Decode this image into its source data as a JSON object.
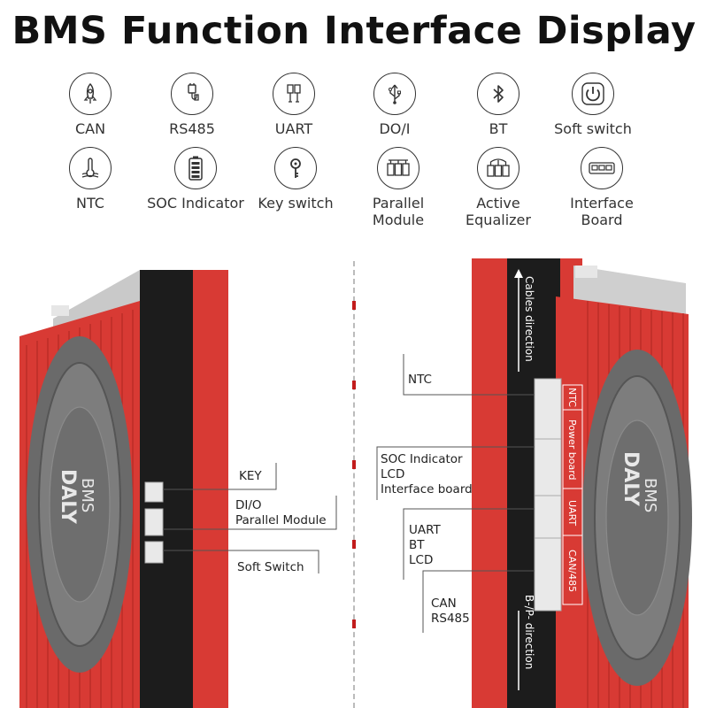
{
  "title": "BMS Function Interface Display",
  "features": [
    {
      "label": "CAN",
      "icon": "rocket-icon"
    },
    {
      "label": "RS485",
      "icon": "cable-plug-icon"
    },
    {
      "label": "UART",
      "icon": "usb-connector-icon"
    },
    {
      "label": "DO/I",
      "icon": "usb-icon"
    },
    {
      "label": "BT",
      "icon": "bluetooth-icon"
    },
    {
      "label": "Soft switch",
      "icon": "power-icon"
    },
    {
      "label": "NTC",
      "icon": "thermometer-icon"
    },
    {
      "label": "SOC Indicator",
      "icon": "battery-icon"
    },
    {
      "label": "Key switch",
      "icon": "key-icon"
    },
    {
      "label": "Parallel Module",
      "icon": "parallel-module-icon"
    },
    {
      "label": "Active Equalizer",
      "icon": "equalizer-icon"
    },
    {
      "label": "Interface Board",
      "icon": "interface-board-icon"
    }
  ],
  "left_device": {
    "brand": "DALY",
    "model": "BMS",
    "annotations": {
      "key": "KEY",
      "dio_1": "DI/O",
      "dio_2": "Parallel Module",
      "soft": "Soft Switch"
    }
  },
  "right_device": {
    "brand": "DALY",
    "model": "BMS",
    "cables_direction": "Cables direction",
    "bp_direction": "B-/P- direction",
    "port_labels": [
      "NTC",
      "Power board",
      "UART",
      "CAN/485"
    ],
    "annotations": {
      "ntc": "NTC",
      "soc_1": "SOC Indicator",
      "soc_2": "LCD",
      "soc_3": "Interface board",
      "uart_1": "UART",
      "uart_2": "BT",
      "uart_3": "LCD",
      "can_1": "CAN",
      "can_2": "RS485"
    }
  },
  "colors": {
    "shell_red": "#d83a34",
    "dark_side": "#1c1c1c",
    "fan_gray": "#707070"
  }
}
